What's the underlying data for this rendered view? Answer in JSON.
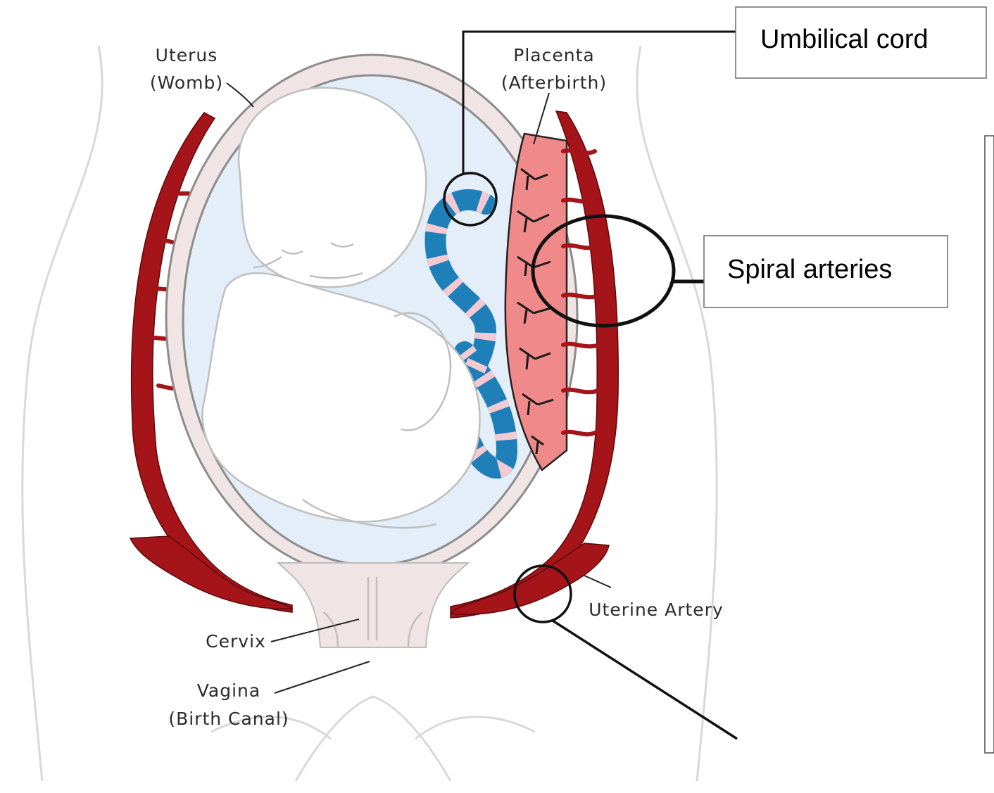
{
  "labels": {
    "uterus_line1": "Uterus",
    "uterus_line2": "(Womb)",
    "placenta_line1": "Placenta",
    "placenta_line2": "(Afterbirth)",
    "cervix": "Cervix",
    "vagina_line1": "Vagina",
    "vagina_line2": "(Birth Canal)",
    "uterine_artery": "Uterine Artery"
  },
  "callouts": {
    "umbilical_cord": "Umbilical cord",
    "spiral_arteries": "Spiral arteries"
  },
  "colors": {
    "artery_red": "#a51419",
    "placenta_pink": "#f08a8a",
    "uterus_wall": "#f0e4e4",
    "amniotic_fluid": "#e3eef8",
    "cord_blue": "#1f7fb8",
    "cord_stripe": "#f3c9d2"
  }
}
